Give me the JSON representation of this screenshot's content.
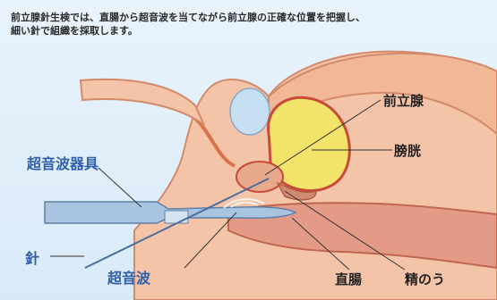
{
  "caption": {
    "line1": "前立腺針生検では、直腸から超音波を当てながら前立腺の正確な位置を把握し、",
    "line2": "細い針で組織を採取します。"
  },
  "labels": {
    "prostate": "前立腺",
    "bladder": "膀胱",
    "ultrasound_device": "超音波器具",
    "needle": "針",
    "ultrasound": "超音波",
    "rectum": "直腸",
    "seminal_vesicle": "精のう"
  },
  "colors": {
    "background": "#dfeefa",
    "tissue": "#f3c4a8",
    "organ_outline": "#c84a3a",
    "bladder_fill": "#f2e36a",
    "prostate_fill": "#b9d6ee",
    "device": "#a9c4e0",
    "label_blue": "#2f5fa8"
  }
}
